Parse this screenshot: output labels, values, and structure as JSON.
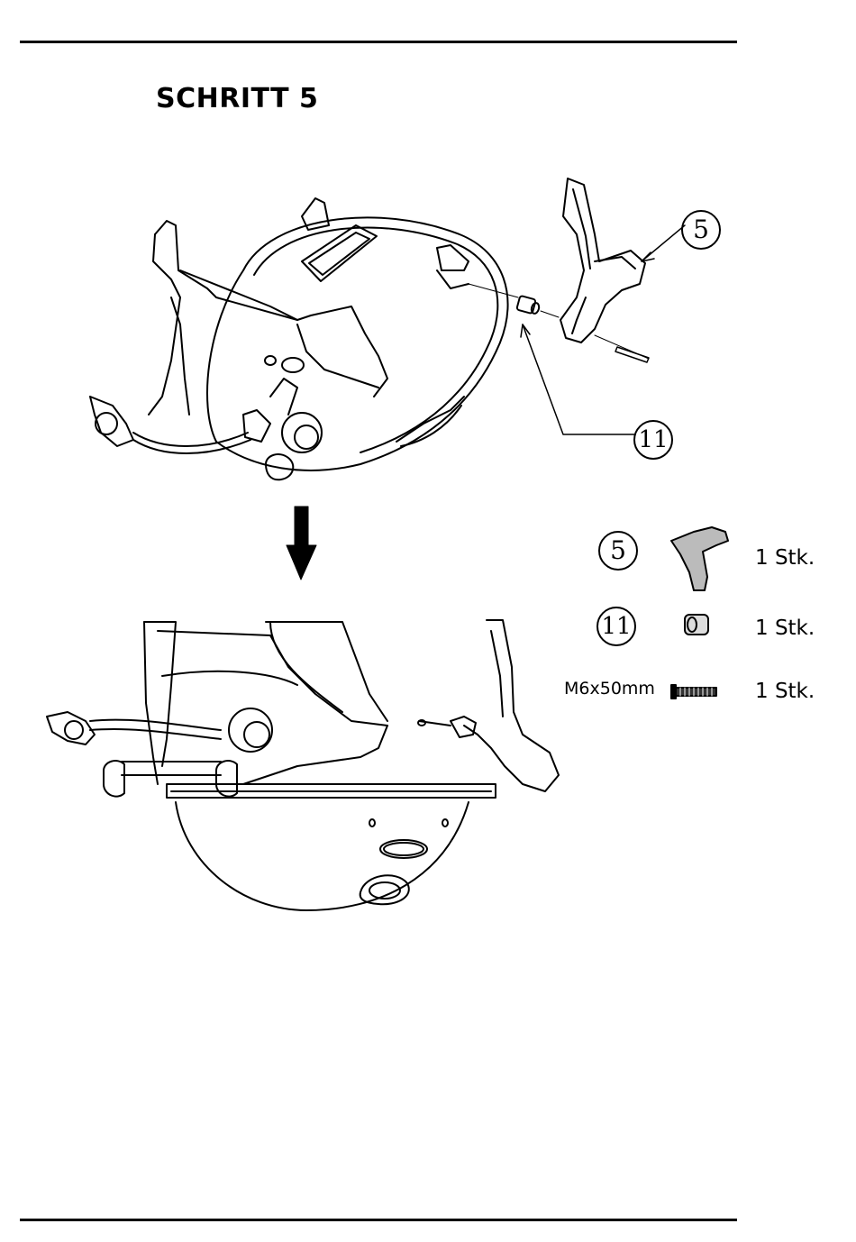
{
  "step_title": "SCHRITT 5",
  "callouts": {
    "handle": "5",
    "spacer": "11"
  },
  "parts_list": [
    {
      "number": "5",
      "quantity": "1 Stk."
    },
    {
      "number": "11",
      "quantity": "1 Stk."
    },
    {
      "label": "M6x50mm",
      "quantity": "1 Stk."
    }
  ],
  "icons": {
    "step_arrow": "down-arrow-icon",
    "screw": "screw-icon",
    "spacer": "spacer-icon",
    "handle": "handle-icon"
  }
}
